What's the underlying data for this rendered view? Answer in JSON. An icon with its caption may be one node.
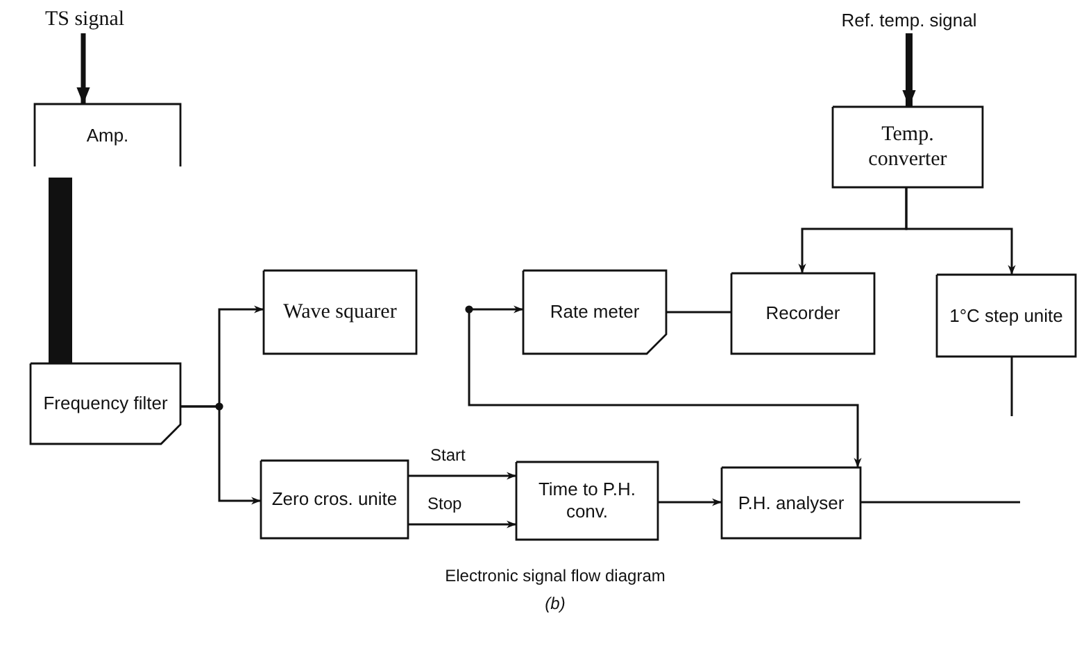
{
  "diagram": {
    "caption": "Electronic signal flow diagram",
    "nodes": [
      {
        "text": [
          "TS signal"
        ]
      },
      {
        "text": [
          "Amp."
        ]
      },
      {
        "text": [],
        "shape": "bar"
      },
      {
        "text": [
          "Frequency filter"
        ]
      },
      {
        "text": [
          "Wave squarer"
        ]
      },
      {
        "text": [
          "Rate meter"
        ]
      },
      {
        "text": [
          "Recorder"
        ]
      },
      {
        "text": [
          "1°C step unite"
        ]
      },
      {
        "text": [
          "Ref. temp. signal"
        ]
      },
      {
        "text": [
          "Temp. converter"
        ]
      },
      {
        "text": [
          "Zero cros. unite"
        ]
      },
      {
        "text": [
          "Time to P.H. conv."
        ]
      },
      {
        "text": [
          "P.H. analyser"
        ]
      }
    ],
    "edges": [
      {
        "from": 0,
        "to": 1,
        "arrow": "to",
        "style": "thick"
      },
      {
        "from": 3,
        "to": 4,
        "arrow": "to"
      },
      {
        "from": 3,
        "to": 10,
        "arrow": "to"
      },
      {
        "from": null,
        "to": 5,
        "arrow": "to"
      },
      {
        "from": null,
        "to": 12,
        "arrow": "to"
      },
      {
        "from": 5,
        "to": 6,
        "arrow": "none"
      },
      {
        "from": 8,
        "to": 9,
        "arrow": "to",
        "style": "thick"
      },
      {
        "from": 9,
        "to": 6,
        "arrow": "to"
      },
      {
        "from": 9,
        "to": 7,
        "arrow": "to"
      },
      {
        "from": 7,
        "to": null,
        "arrow": "none"
      },
      {
        "from": 10,
        "to": 11,
        "label": "Start",
        "arrow": "to"
      },
      {
        "from": 10,
        "to": 11,
        "label": "Stop",
        "arrow": "to"
      },
      {
        "from": 11,
        "to": 12,
        "arrow": "to"
      },
      {
        "from": 12,
        "to": null,
        "arrow": "none"
      }
    ],
    "labels": [
      "(b)"
    ]
  }
}
